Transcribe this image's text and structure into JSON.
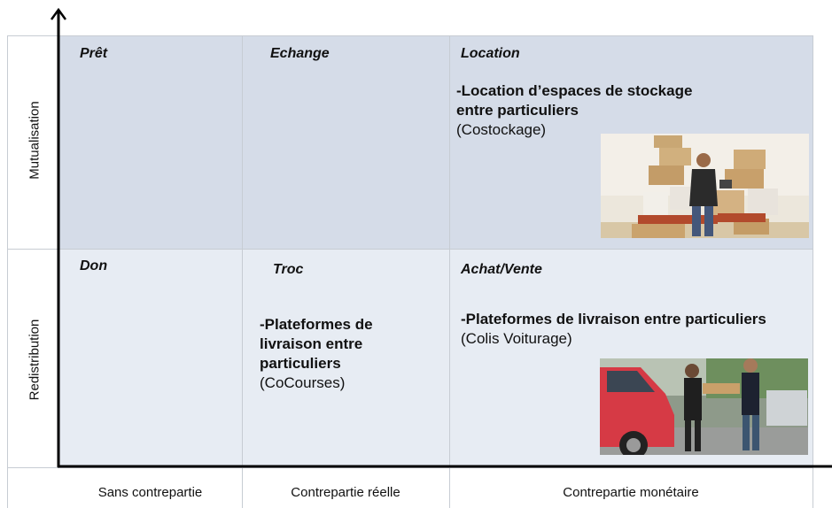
{
  "rows": {
    "top_label": "Mutualisation",
    "bottom_label": "Redistribution"
  },
  "columns": {
    "col1": "Sans contrepartie",
    "col2": "Contrepartie réelle",
    "col3": "Contrepartie monétaire"
  },
  "cells": {
    "pret": {
      "title": "Prêt"
    },
    "echange": {
      "title": "Echange"
    },
    "location": {
      "title": "Location",
      "bold_text": "-Location d’espaces de stockage entre particuliers",
      "normal_text": "(Costockage)"
    },
    "don": {
      "title": "Don"
    },
    "troc": {
      "title": "Troc",
      "bold_text": "-Plateformes de livraison entre particuliers",
      "normal_text": "(CoCourses)"
    },
    "achat_vente": {
      "title": "Achat/Vente",
      "bold_text": "-Plateformes de livraison entre particuliers",
      "normal_text": "(Colis Voiturage)"
    }
  },
  "colors": {
    "top_row": "#d5dce8",
    "bottom_row": "#e7ecf3",
    "axis": "#000000"
  }
}
